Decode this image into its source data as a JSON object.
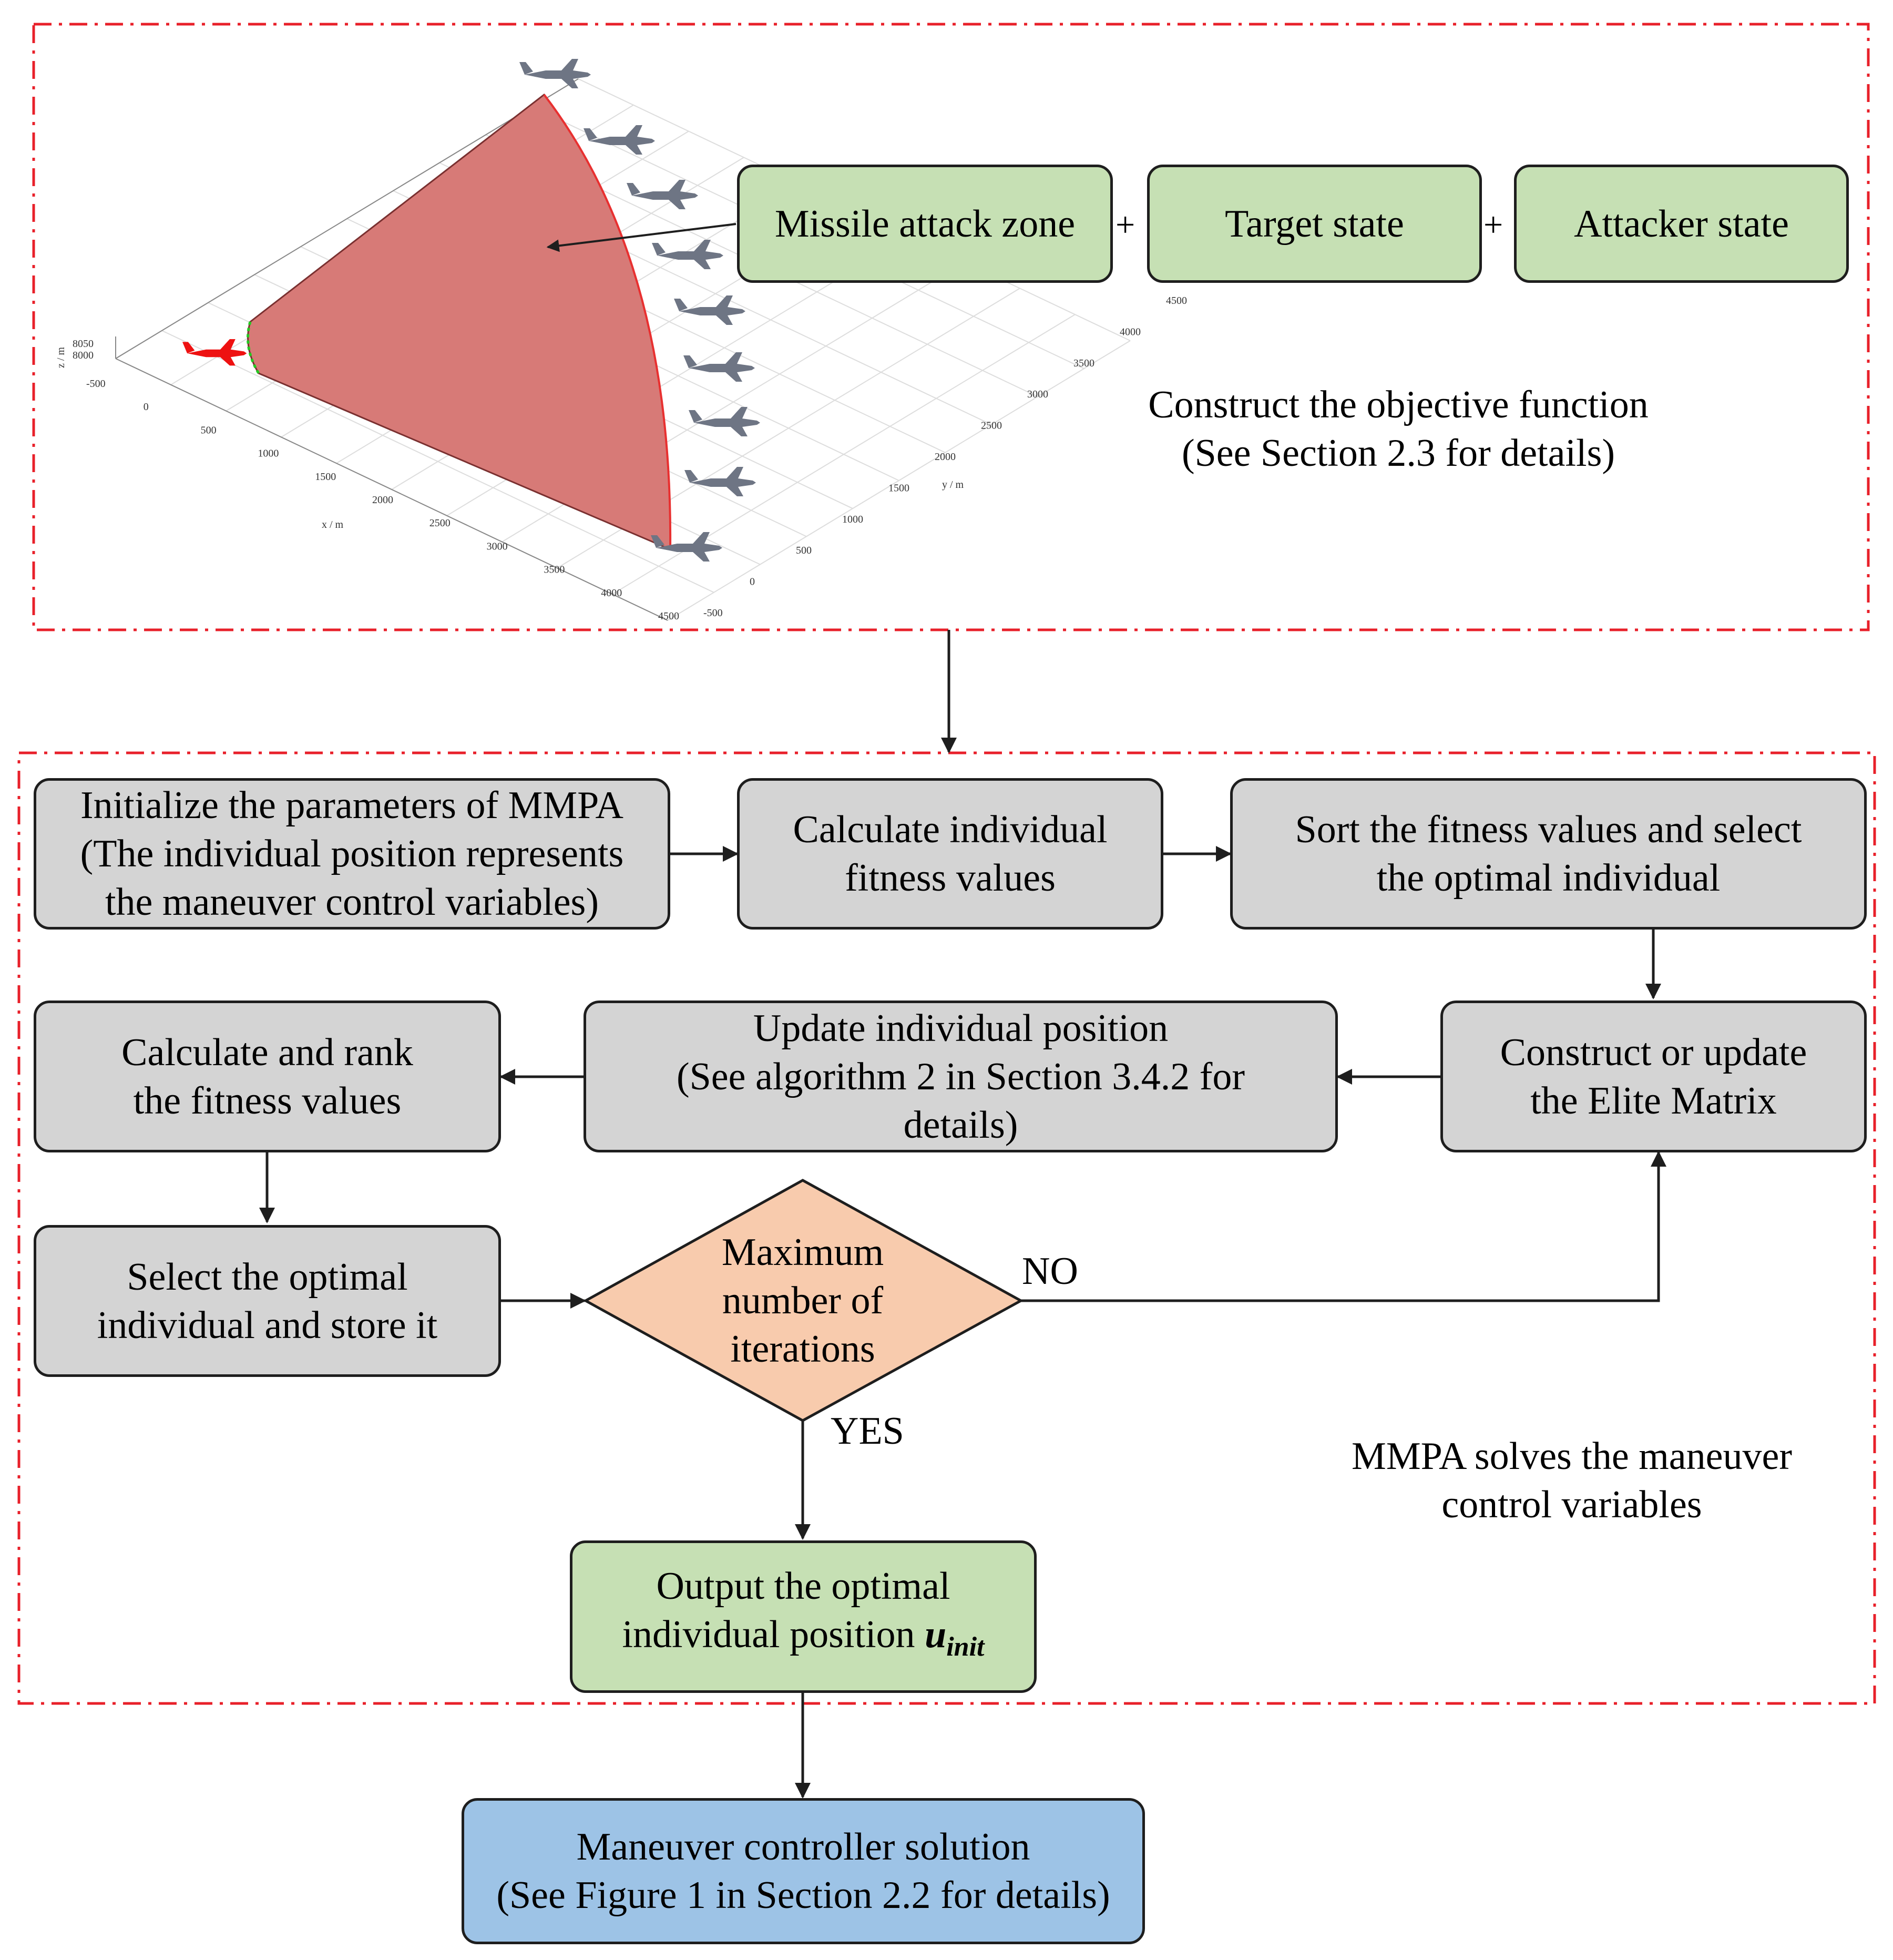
{
  "top_section": {
    "inputs": [
      {
        "label": "Missile attack zone"
      },
      {
        "label": "Target state"
      },
      {
        "label": "Attacker state"
      }
    ],
    "plus_sign": "+",
    "caption": [
      "Construct the objective function",
      "(See Section 2.3 for details)"
    ],
    "plot": {
      "z_axis": {
        "label": "z / m",
        "ticks": [
          "8050",
          "8000"
        ]
      },
      "x_axis": {
        "label": "x / m",
        "ticks": [
          "-500",
          "0",
          "500",
          "1000",
          "1500",
          "2000",
          "2500",
          "3000",
          "3500",
          "4000",
          "4500"
        ]
      },
      "y_axis": {
        "label": "y / m",
        "ticks": [
          "-500",
          "0",
          "500",
          "1000",
          "1500",
          "2000",
          "2500",
          "3000",
          "3500",
          "4000",
          "4500"
        ]
      },
      "zone_color": "#d77a77",
      "attacker_color": "#ee1111",
      "target_color": "#6e7584"
    }
  },
  "mmpa_section": {
    "init": [
      "Initialize the parameters of MMPA",
      "(The individual position represents",
      "the maneuver control variables)"
    ],
    "calc_fitness": [
      "Calculate individual",
      "fitness values"
    ],
    "sort_fitness": [
      "Sort the fitness values and select",
      "the optimal individual"
    ],
    "elite": [
      "Construct or update",
      "the Elite Matrix"
    ],
    "update_position": [
      "Update individual position",
      "(See algorithm 2 in Section 3.4.2 for",
      "details)"
    ],
    "rank_fitness": [
      "Calculate and rank",
      "the fitness values"
    ],
    "select_optimal": [
      "Select the optimal",
      "individual and store it"
    ],
    "decision": [
      "Maximum",
      "number of",
      "iterations"
    ],
    "no_label": "NO",
    "yes_label": "YES",
    "output": {
      "line1": "Output the optimal",
      "line2": "individual position",
      "math_var": "u",
      "math_sub": "init"
    },
    "caption": [
      "MMPA solves the maneuver",
      "control variables"
    ]
  },
  "result": [
    "Maneuver controller solution",
    "(See Figure 1 in Section 2.2 for details)"
  ],
  "colors": {
    "frame": "#e8202a",
    "green_box": "#c6e0b4",
    "gray_box": "#d4d4d4",
    "blue_box": "#9dc3e6",
    "decision": "#f8cbad"
  }
}
